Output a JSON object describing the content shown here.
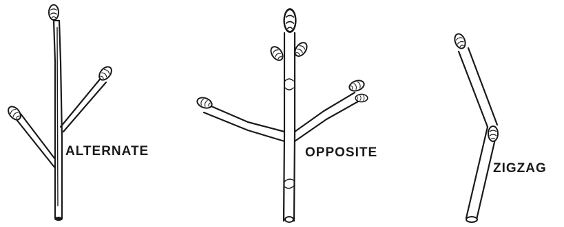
{
  "labels": {
    "alternate": "ALTERNATE",
    "opposite": "OPPOSITE",
    "zigzag": "ZIGZAG"
  },
  "colors": {
    "ink": "#1a1a1a",
    "background": "#ffffff"
  }
}
